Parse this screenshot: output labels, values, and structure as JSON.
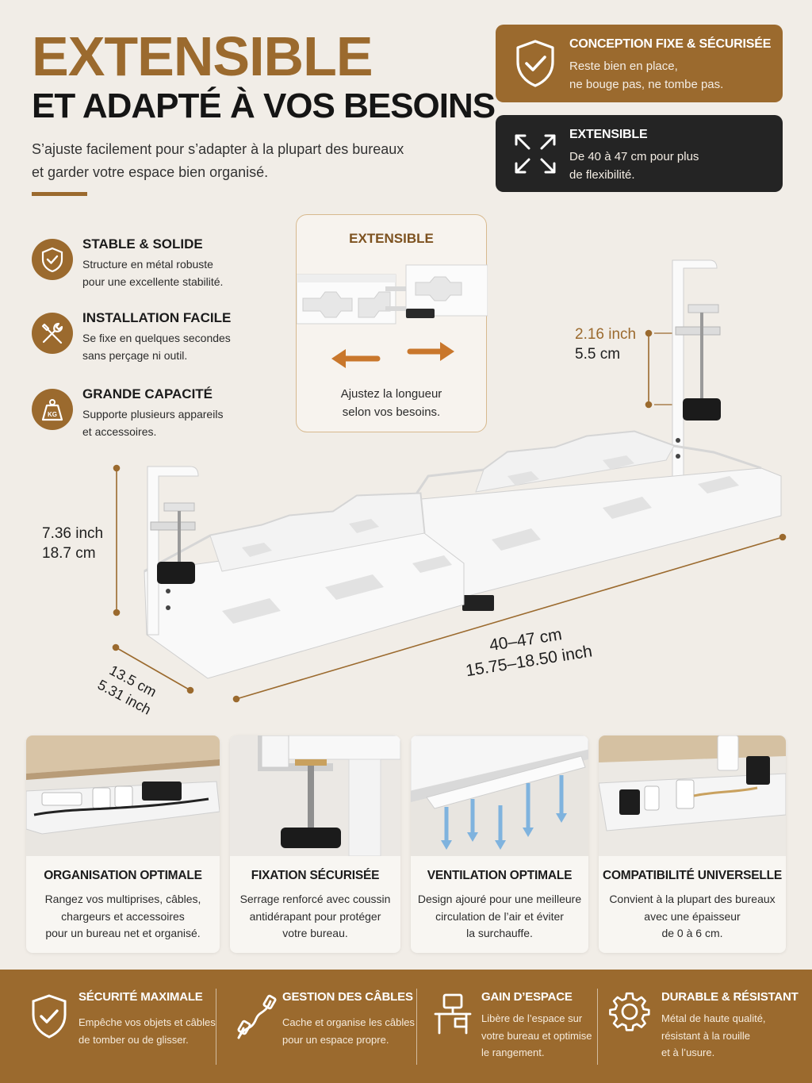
{
  "header": {
    "title": "EXTENSIBLE",
    "subtitle": "ET ADAPTÉ À VOS BESOINS",
    "intro_line1": "S’ajuste facilement pour s’adapter à la plupart des bureaux",
    "intro_line2": "et garder votre espace bien organisé."
  },
  "highlights": [
    {
      "title": "CONCEPTION FIXE & SÉCURISÉE",
      "line1": "Reste bien en place,",
      "line2": "ne bouge pas, ne tombe pas.",
      "icon": "shield-check-icon"
    },
    {
      "title": "EXTENSIBLE",
      "line1": "De 40 à 47 cm pour plus",
      "line2": "de flexibilité.",
      "icon": "expand-arrows-icon"
    }
  ],
  "features": [
    {
      "title": "STABLE & SOLIDE",
      "line1": "Structure en métal robuste",
      "line2": "pour une excellente stabilité.",
      "icon": "shield-check-icon"
    },
    {
      "title": "INSTALLATION FACILE",
      "line1": "Se fixe en quelques secondes",
      "line2": "sans perçage ni outil.",
      "icon": "tools-icon"
    },
    {
      "title": "GRANDE CAPACITÉ",
      "line1": "Supporte plusieurs appareils",
      "line2": "et accessoires.",
      "icon": "kg-weight-icon",
      "icon_text": "KG"
    }
  ],
  "extensible_box": {
    "label": "EXTENSIBLE",
    "line1": "Ajustez la longueur",
    "line2": "selon vos besoins."
  },
  "dimensions": {
    "clamp_inch": "2.16 inch",
    "clamp_cm": "5.5 cm",
    "height_inch": "7.36 inch",
    "height_cm": "18.7 cm",
    "length_cm": "40–47 cm",
    "length_inch": "15.75–18.50 inch",
    "depth_cm": "13.5 cm",
    "depth_inch": "5.31 inch"
  },
  "cards": [
    {
      "title": "ORGANISATION OPTIMALE",
      "line1": "Rangez vos multiprises, câbles,",
      "line2": "chargeurs et accessoires",
      "line3": "pour un bureau net et organisé."
    },
    {
      "title": "FIXATION SÉCURISÉE",
      "line1": "Serrage renforcé avec coussin",
      "line2": "antidérapant pour protéger",
      "line3": "votre bureau."
    },
    {
      "title": "VENTILATION OPTIMALE",
      "line1": "Design ajouré pour une meilleure",
      "line2": "circulation de l’air et éviter",
      "line3": "la surchauffe."
    },
    {
      "title": "COMPATIBILITÉ UNIVERSELLE",
      "line1": "Convient à la plupart des bureaux",
      "line2": "avec une épaisseur",
      "line3": "de 0 à 6 cm."
    }
  ],
  "footer": [
    {
      "title": "SÉCURITÉ MAXIMALE",
      "line1": "Empêche vos objets et câbles",
      "line2": "de tomber ou de glisser.",
      "line3": "",
      "icon": "shield-check-icon"
    },
    {
      "title": "GESTION DES CÂBLES",
      "line1": "Cache et organise les câbles",
      "line2": "pour un espace propre.",
      "line3": "",
      "icon": "cable-icon"
    },
    {
      "title": "GAIN D’ESPACE",
      "line1": "Libère de l’espace sur",
      "line2": "votre bureau et optimise",
      "line3": "le rangement.",
      "icon": "desk-icon"
    },
    {
      "title": "DURABLE & RÉSISTANT",
      "line1": "Métal de haute qualité,",
      "line2": "résistant à la rouille",
      "line3": "et à l’usure.",
      "icon": "gear-icon"
    }
  ],
  "colors": {
    "brand": "#9b6a2e",
    "dark": "#242424",
    "background": "#f1ede7",
    "accent_arrow": "#c9772c"
  }
}
